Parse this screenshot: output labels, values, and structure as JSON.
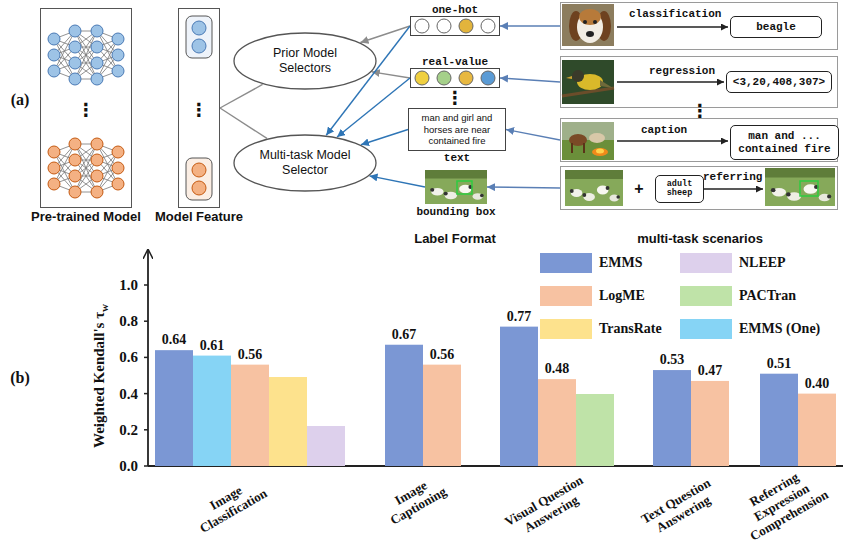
{
  "diagram": {
    "nodes": [
      {
        "text": [
          "Pre-trained Model"
        ]
      },
      {
        "text": [
          "Model Feature"
        ]
      },
      {
        "text": [
          "Prior Model Selectors"
        ]
      },
      {
        "text": [
          "Multi-task Model Selector"
        ]
      },
      {
        "text": [
          "one-hot"
        ]
      },
      {
        "text": [
          "real-value"
        ]
      },
      {
        "text": [
          "man and girl and horses are near contained fire",
          "text"
        ]
      },
      {
        "text": [
          "bounding box"
        ]
      },
      {
        "text": [
          "classification"
        ]
      },
      {
        "text": [
          "beagle"
        ],
        "in": 8
      },
      {
        "text": [
          "regression"
        ]
      },
      {
        "text": [
          "<3,20,408,307>"
        ],
        "in": 10
      },
      {
        "text": [
          "caption"
        ]
      },
      {
        "text": [
          "man and ... contained fire"
        ],
        "in": 12
      },
      {
        "text": [
          "referring"
        ]
      },
      {
        "text": [
          "adult sheep"
        ],
        "in": 14
      }
    ],
    "edges": [
      {
        "from": 1,
        "to": 2,
        "arrow": "none"
      },
      {
        "from": 1,
        "to": 3,
        "arrow": "none"
      },
      {
        "from": 4,
        "to": 2,
        "arrow": "to"
      },
      {
        "from": 5,
        "to": 2,
        "arrow": "to"
      },
      {
        "from": 4,
        "to": 3,
        "arrow": "to"
      },
      {
        "from": 5,
        "to": 3,
        "arrow": "to"
      },
      {
        "from": 6,
        "to": 3,
        "arrow": "to"
      },
      {
        "from": 7,
        "to": 3,
        "arrow": "to"
      },
      {
        "from": 8,
        "to": 4,
        "arrow": "to"
      },
      {
        "from": 10,
        "to": 5,
        "arrow": "to"
      },
      {
        "from": 12,
        "to": 6,
        "arrow": "to"
      },
      {
        "from": 14,
        "to": 7,
        "arrow": "to"
      }
    ],
    "labels": [
      "(a)",
      "⋮",
      "⋮",
      "⋮",
      "Label Format",
      "⋮",
      "+",
      "multi-task scenarios",
      "(b)",
      "Weighted Kendall's τ",
      "w",
      "0.0",
      "0.2",
      "0.4",
      "0.6",
      "0.8",
      "1.0",
      "0.64",
      "0.61",
      "0.56",
      "0.67",
      "0.56",
      "0.77",
      "0.48",
      "0.53",
      "0.47",
      "0.51",
      "0.40",
      "Image Classification",
      "Image Captioning",
      "Visual Question Answering",
      "Text Question Answering",
      "Referring Expression Comprehension"
    ],
    "legend": [
      {
        "text": "EMMS",
        "color": "#7b97d4"
      },
      {
        "text": "NLEEP",
        "color": "#ddd0ec"
      },
      {
        "text": "LogME",
        "color": "#f7c2a2"
      },
      {
        "text": "PACTran",
        "color": "#bfe3a8"
      },
      {
        "text": "TransRate",
        "color": "#fde28d"
      },
      {
        "text": "EMMS (One)",
        "color": "#86d4f5"
      }
    ]
  }
}
